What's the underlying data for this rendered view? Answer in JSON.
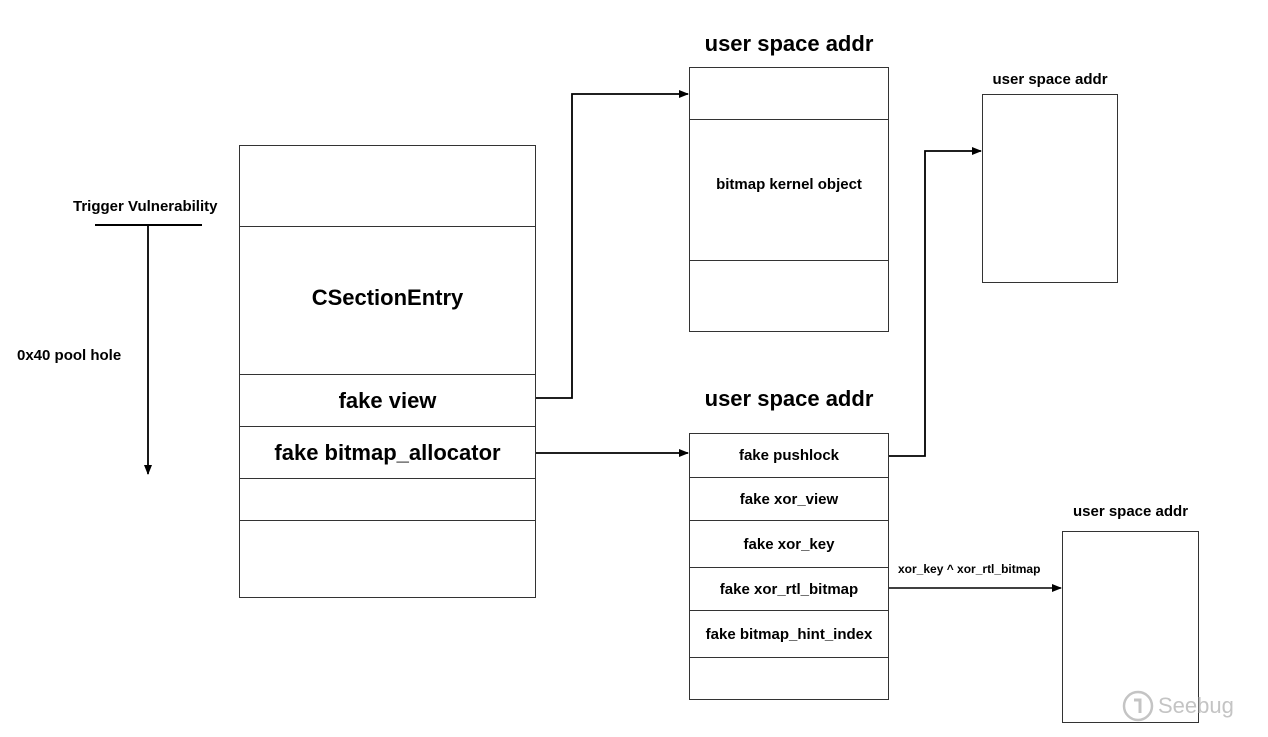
{
  "left_labels": {
    "trigger": "Trigger Vulnerability",
    "pool_hole": "0x40 pool hole"
  },
  "pool": {
    "cells": [
      "",
      "CSectionEntry",
      "fake view",
      "fake bitmap_allocator",
      "",
      ""
    ]
  },
  "top_user": {
    "title": "user space addr",
    "cells": [
      "",
      "bitmap kernel object",
      ""
    ]
  },
  "mid_user": {
    "title": "user space addr",
    "cells": [
      "fake pushlock",
      "fake xor_view",
      "fake xor_key",
      "fake xor_rtl_bitmap",
      "fake bitmap_hint_index",
      ""
    ]
  },
  "right_top": {
    "title": "user space addr"
  },
  "right_bottom": {
    "title": "user space addr"
  },
  "arrow_label": "xor_key ^ xor_rtl_bitmap",
  "watermark": "Seebug"
}
